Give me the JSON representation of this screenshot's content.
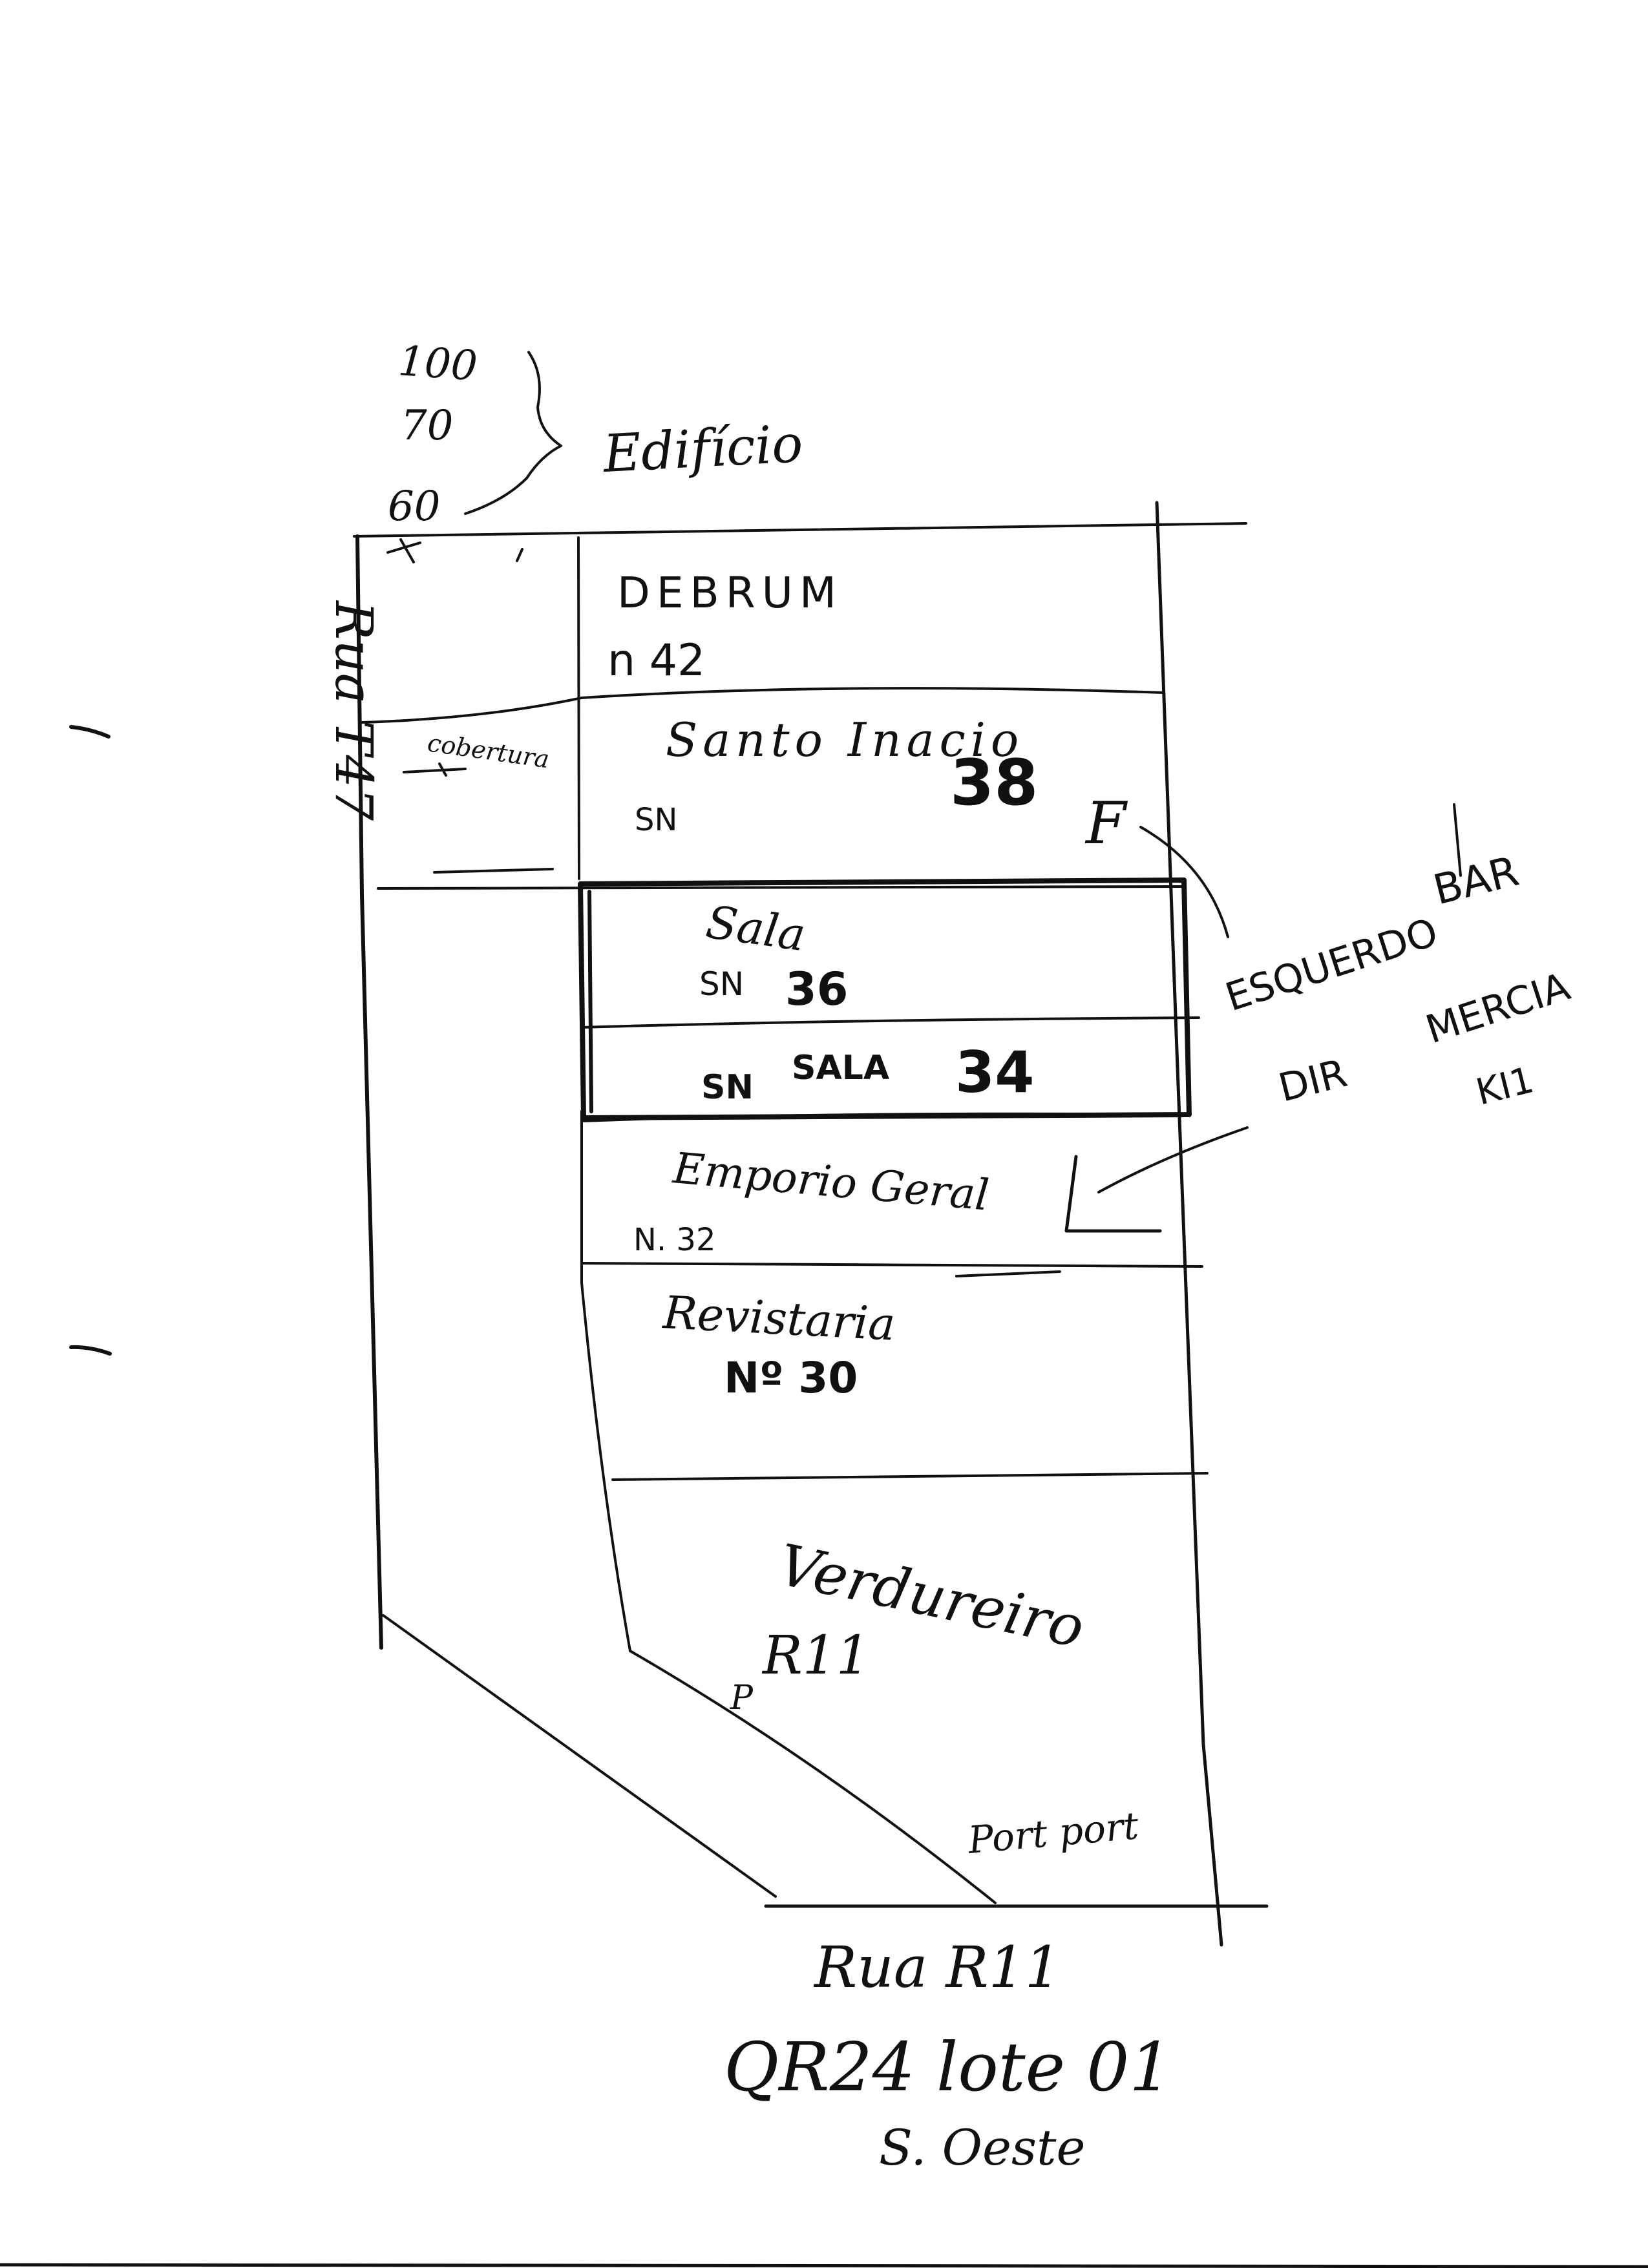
{
  "building_heights": [
    "100",
    "70",
    "60"
  ],
  "building_label": "Edifício",
  "street_left": "Rua T47",
  "street_bottom": "Rua R11",
  "lots": [
    {
      "name": "DEBRUM",
      "number": "n 42"
    },
    {
      "name": "Santo Inacio",
      "prefix": "SN",
      "number": "38",
      "note": "cobertura"
    },
    {
      "name": "Sala",
      "prefix": "SN",
      "number": "36"
    },
    {
      "name": "SALA",
      "prefix": "SN",
      "number": "34"
    },
    {
      "name": "Emporio Geral",
      "number": "N. 32"
    },
    {
      "name": "Revistaria",
      "number": "Nº 30"
    },
    {
      "name": "Verdureiro",
      "number": "R11",
      "mark": "P",
      "note": "Port port"
    }
  ],
  "annotations": {
    "left_label": "ESQUERDO",
    "left_tag": "BAR",
    "right_label": "DIR",
    "right_tag": "MERCIA",
    "right_code": "KI1",
    "left_marker": "F"
  },
  "footer": {
    "lot_reference": "QR24 lote 01",
    "sector": "S. Oeste"
  },
  "colors": {
    "ink": "#111111",
    "paper": "#ffffff"
  }
}
